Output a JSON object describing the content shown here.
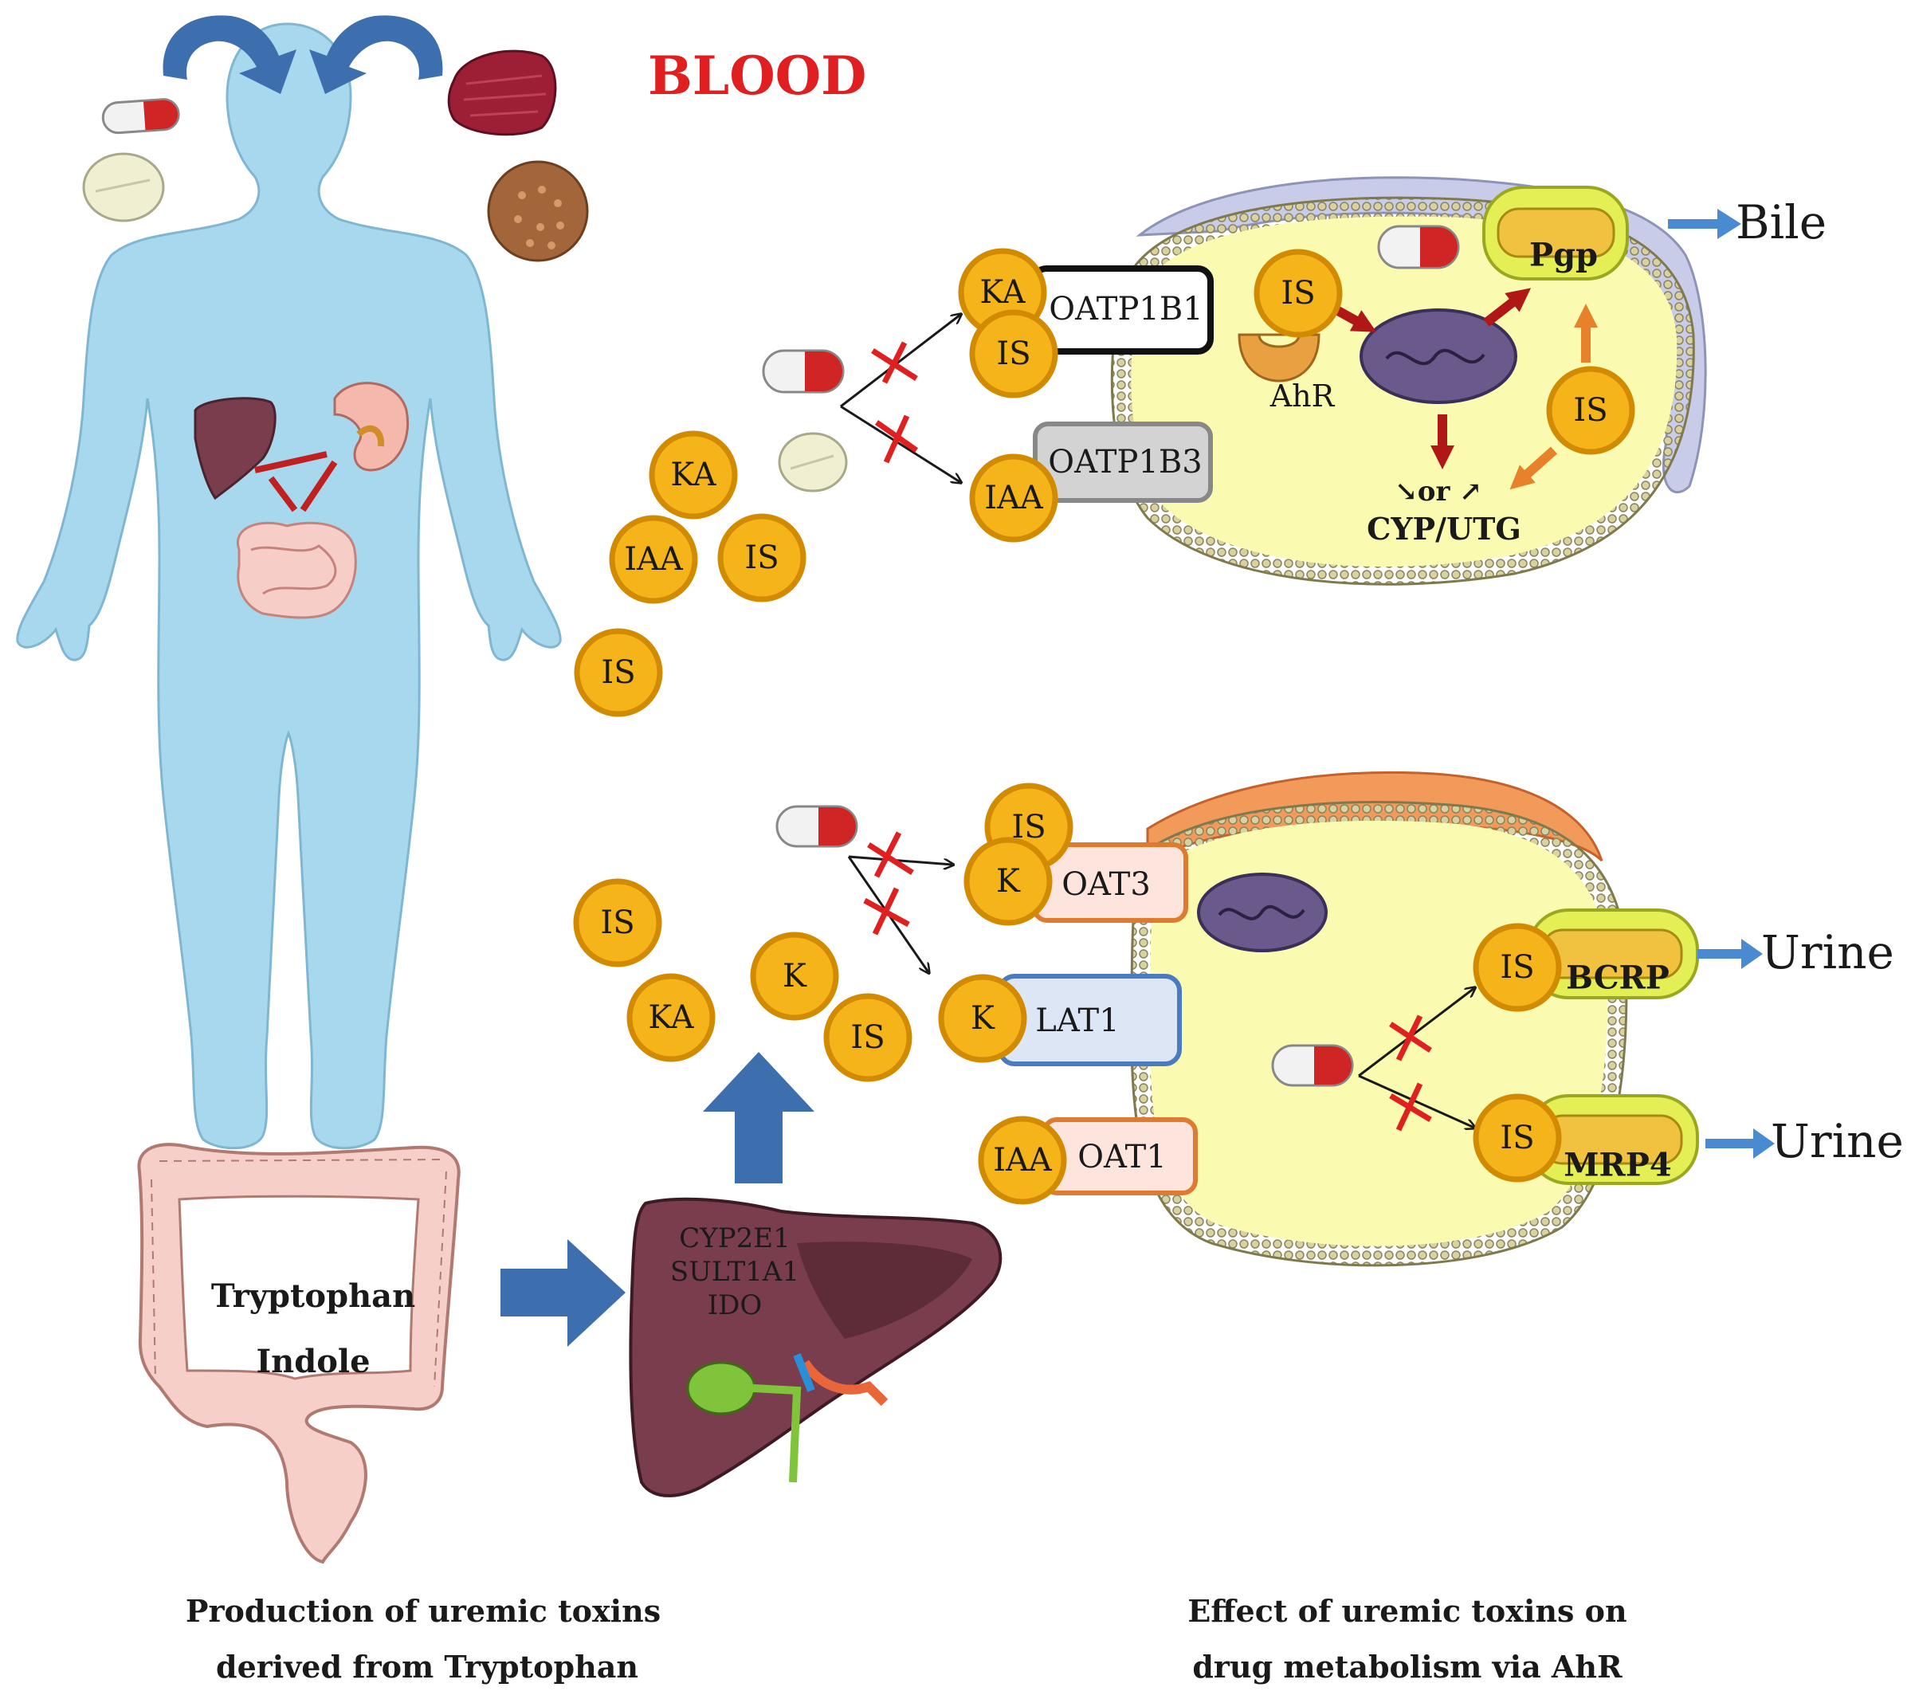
{
  "labels": {
    "blood": "BLOOD",
    "bile": "Bile",
    "urine_top": "Urine",
    "urine_bottom": "Urine",
    "tryptophan": "Tryptophan",
    "indole": "Indole",
    "enzyme1": "CYP2E1",
    "enzyme2": "SULT1A1",
    "enzyme3": "IDO",
    "ahr": "AhR",
    "or_label": "↘or ↗",
    "cyp_utg": "CYP/UTG",
    "caption_left_1": "Production of uremic toxins",
    "caption_left_2": "derived from Tryptophan",
    "caption_right_1": "Effect of uremic toxins on",
    "caption_right_2": "drug metabolism via AhR"
  },
  "transporters": {
    "oatp1b1": "OATP1B1",
    "oatp1b3": "OATP1B3",
    "pgp": "Pgp",
    "oat3": "OAT3",
    "lat1": "LAT1",
    "oat1": "OAT1",
    "bcrp": "BCRP",
    "mrp4": "MRP4"
  },
  "toxins": {
    "ka_oatp1b1": "KA",
    "is_oatp1b1": "IS",
    "iaa_oatp1b3": "IAA",
    "is_ahr": "IS",
    "is_cell_top": "IS",
    "ka_blood_top": "KA",
    "iaa_blood_top": "IAA",
    "is_blood_top": "IS",
    "is_blood_hand": "IS",
    "is_oat3": "IS",
    "k_oat3": "K",
    "k_lat1": "K",
    "iaa_oat1": "IAA",
    "is_blood_low": "IS",
    "ka_blood_low": "KA",
    "k_blood_low": "K",
    "is_blood_low2": "IS",
    "is_bcrp": "IS",
    "is_mrp4": "IS"
  },
  "colors": {
    "blood_label": "#e02020",
    "body": "#a8d8ee",
    "toxin_fill": "#f4b41a",
    "toxin_stroke": "#d28a00",
    "cell_fill": "#fafab0",
    "big_arrow": "#3d6fae",
    "output_arrow": "#4a8ad0",
    "inhibit_x": "#e02020",
    "liver": "#7a3d4e"
  }
}
